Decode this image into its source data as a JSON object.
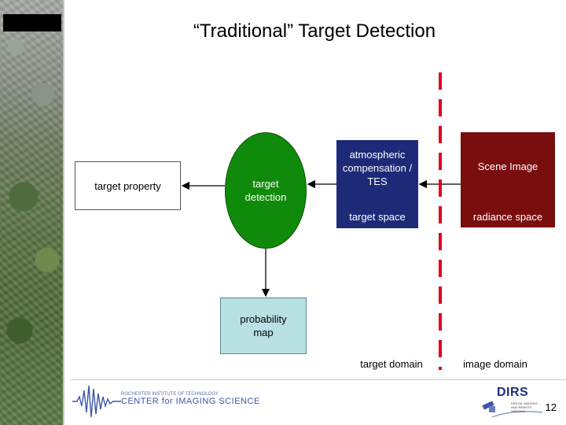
{
  "slide": {
    "title": "“Traditional” Target Detection",
    "page_number": "12"
  },
  "nodes": {
    "target_property": "target property",
    "target_detection_line1": "target",
    "target_detection_line2": "detection",
    "atmospheric_line1": "atmospheric",
    "atmospheric_line2": "compensation /",
    "atmospheric_line3": "TES",
    "target_space": "target space",
    "scene_image": "Scene Image",
    "radiance_space": "radiance space",
    "probability_line1": "probability",
    "probability_line2": "map"
  },
  "domains": {
    "target_domain": "target domain",
    "image_domain": "image domain"
  },
  "logos": {
    "cis_small": "ROCHESTER INSTITUTE OF TECHNOLOGY",
    "cis_main": "CENTER for IMAGING SCIENCE",
    "dirs": "DIRS",
    "dirs_sub": "DIGITAL IMAGING AND REMOTE SENSING"
  },
  "colors": {
    "detection_green": "#108a0a",
    "atmospheric_blue": "#1d2a78",
    "scene_red": "#7a0e0e",
    "probability_cyan": "#b9e0e2",
    "divider_red": "#e0001a"
  }
}
